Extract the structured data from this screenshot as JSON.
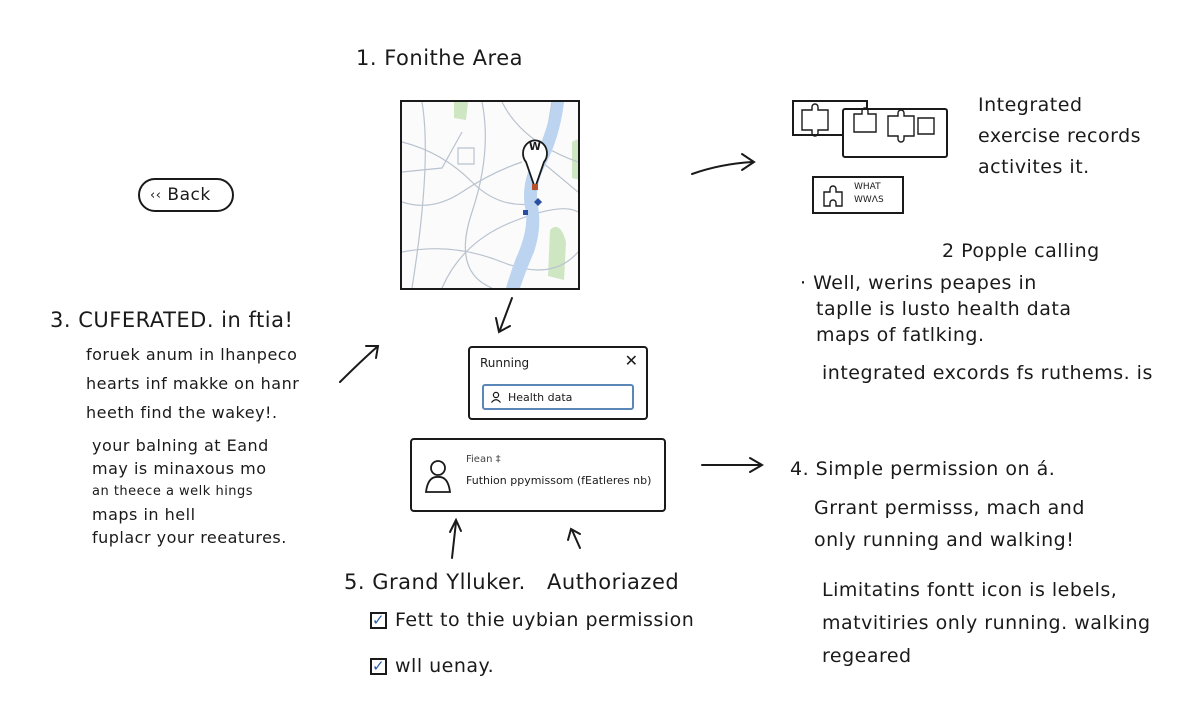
{
  "step1": {
    "title": "1. Fonithe Area"
  },
  "back_button": {
    "label": "Back",
    "icon": "chevron-left-icon"
  },
  "map": {
    "pin_letter": "W",
    "colors": {
      "park": "#cfe6c2",
      "river": "#bcd4f0",
      "roads": "#b9c3cf",
      "pin": "#b5542c",
      "marker": "#2a4fa0"
    }
  },
  "puzzle_caption": [
    "WHAT",
    "WWɅS"
  ],
  "integrated": {
    "lines": [
      "Integrated",
      "exercise records",
      "activites it."
    ]
  },
  "step2": {
    "title": "2  Popple calling",
    "lines": [
      "Well, werins peapes in",
      "taplle is lusto health data",
      "maps of fatlking."
    ],
    "extra": "integrated excords fs ruthems. is"
  },
  "step3": {
    "title": "3. CUFERATED. in ftia!",
    "lines1": [
      "foruek anum in lhanpeco",
      "hearts inf makke on hanr",
      "heeth find the wakey!."
    ],
    "lines2": [
      "your balning at Eand",
      "may is minaxous mo",
      "an theece a welk hings",
      "maps in hell",
      "fuplacr your reeatures."
    ]
  },
  "dialog": {
    "title": "Running",
    "close_icon": "close-icon",
    "field_label": "Health data",
    "field_icon": "person-icon"
  },
  "permission_card": {
    "header": "Fiean ‡",
    "body": "Futhion ppymissom (fEatleres nb)",
    "avatar_icon": "person-icon"
  },
  "step4": {
    "title": "4. Simple permission on á.",
    "lines": [
      "Grrant permisss, mach and",
      "only running and walking!"
    ],
    "limitations": [
      "Limitatins fontt icon is lebels,",
      "matvitiries only running. walking",
      "regeared"
    ]
  },
  "step5": {
    "title": "5. Grand Ylluker.",
    "subtitle": "Authoriazed",
    "checks": [
      {
        "label": "Fett to thie uybian permission",
        "checked": true
      },
      {
        "label": "wll uenay.",
        "checked": true
      }
    ]
  }
}
